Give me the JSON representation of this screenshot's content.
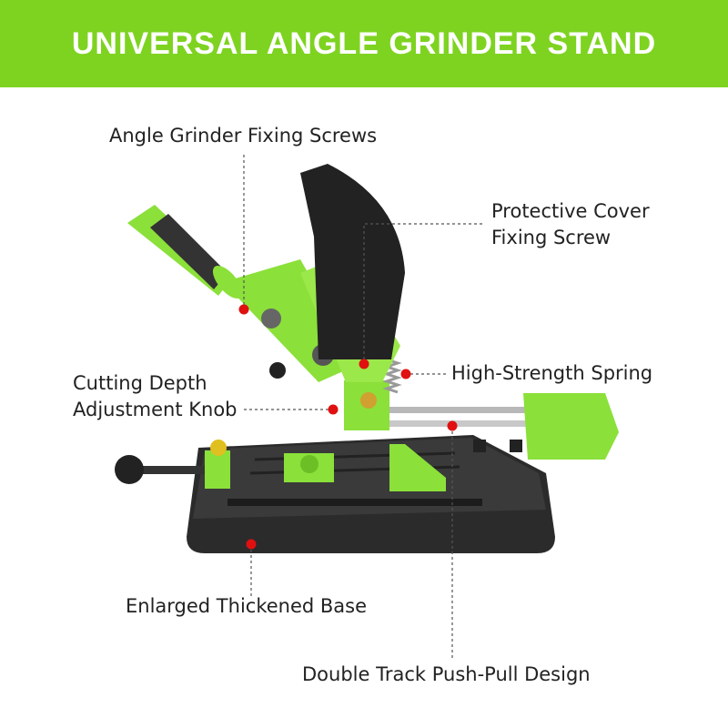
{
  "banner": {
    "title": "UNIVERSAL ANGLE GRINDER STAND"
  },
  "colors": {
    "banner_bg": "#7ed321",
    "accent_green": "#8be03a",
    "dark_green": "#5fa81e",
    "base_black": "#2b2b2b",
    "marker_red": "#e01010",
    "leader_line": "#555555"
  },
  "callouts": {
    "fixing_screws": "Angle Grinder Fixing Screws",
    "protective_cover_line1": "Protective Cover",
    "protective_cover_line2": "Fixing Screw",
    "spring": "High-Strength Spring",
    "depth_knob_line1": "Cutting Depth",
    "depth_knob_line2": "Adjustment Knob",
    "base": "Enlarged Thickened Base",
    "track": "Double Track Push-Pull Design"
  }
}
